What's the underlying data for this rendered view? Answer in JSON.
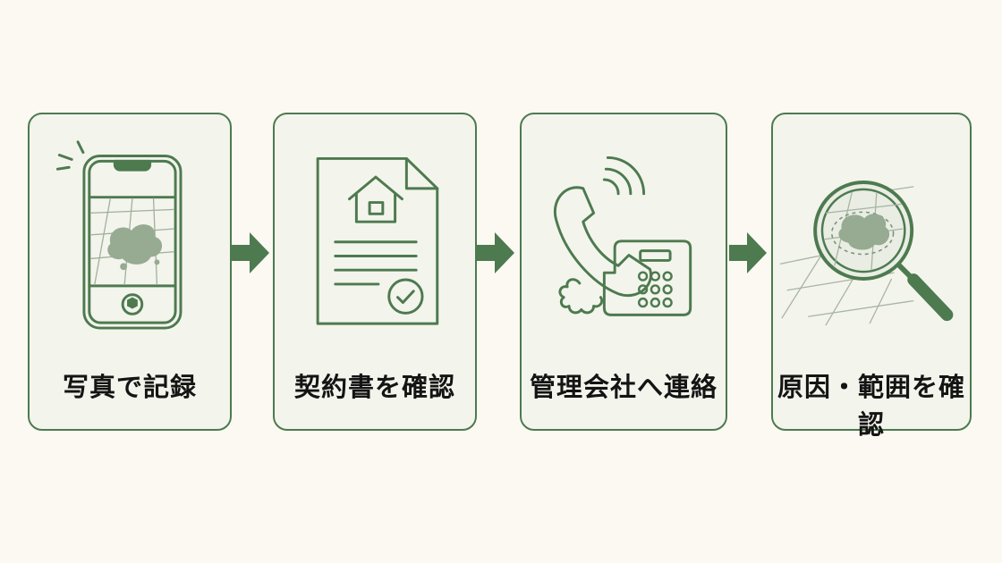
{
  "steps": [
    {
      "label": "写真で記録",
      "icon": "smartphone-camera-icon"
    },
    {
      "label": "契約書を確認",
      "icon": "contract-document-icon"
    },
    {
      "label": "管理会社へ連絡",
      "icon": "telephone-icon"
    },
    {
      "label": "原因・範囲を確認",
      "icon": "magnifier-icon"
    }
  ],
  "colors": {
    "stroke": "#4d7a4f",
    "card_fill": "#f3f4ec",
    "background": "#fbf9f2",
    "stain": "#97aa92",
    "text": "#141414"
  }
}
